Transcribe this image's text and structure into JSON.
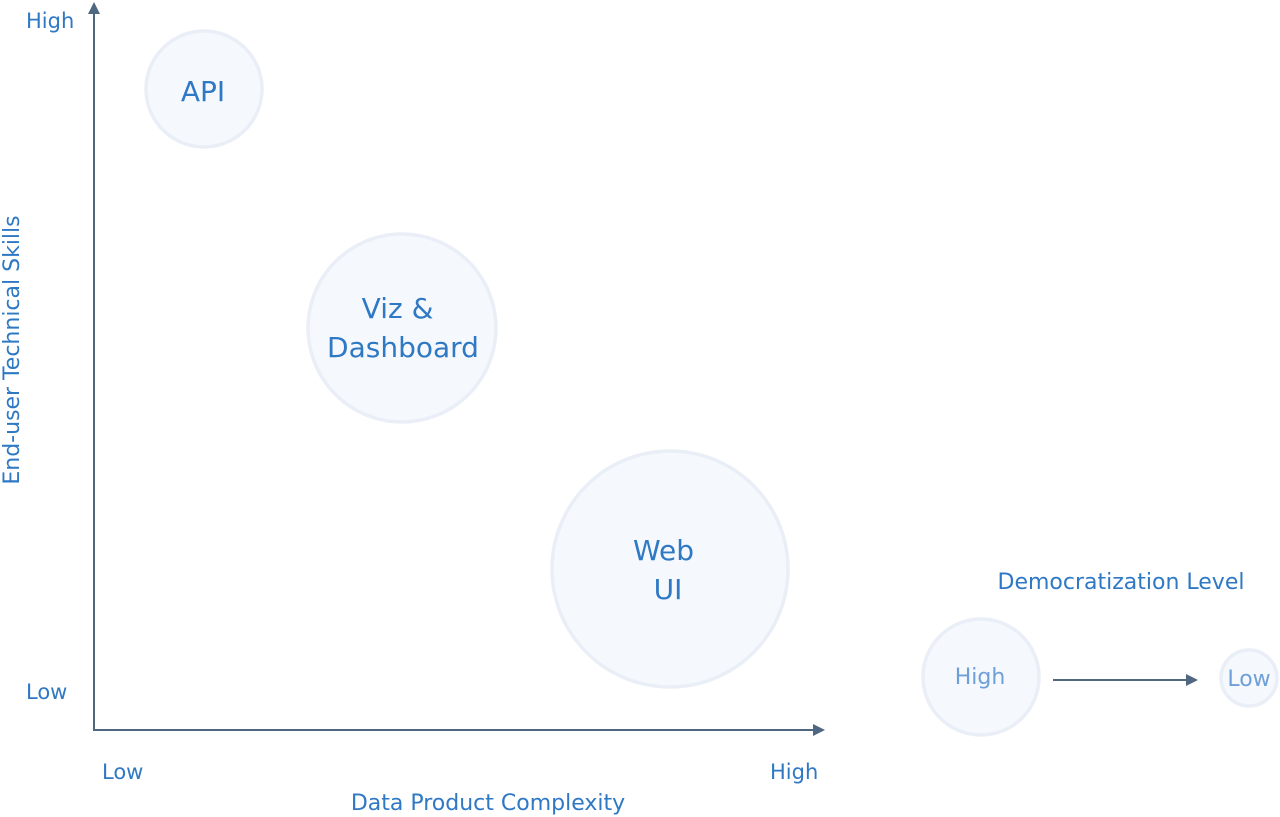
{
  "diagram": {
    "y_axis": {
      "title": "End-user Technical Skills",
      "high_label": "High",
      "low_label": "Low"
    },
    "x_axis": {
      "title": "Data Product Complexity",
      "low_label": "Low",
      "high_label": "High"
    },
    "bubbles": [
      {
        "id": "api",
        "lines": [
          "API"
        ]
      },
      {
        "id": "viz-dashboard",
        "lines": [
          "Viz &",
          "Dashboard"
        ]
      },
      {
        "id": "web-ui",
        "lines": [
          "Web",
          "UI"
        ]
      }
    ],
    "legend": {
      "title": "Democratization Level",
      "high_label": "High",
      "low_label": "Low"
    }
  },
  "colors": {
    "text": "#2f78c4",
    "legend_text": "#6f9fd8",
    "axis": "#4f6780",
    "bubble_fill": "#f5f8fd",
    "bubble_stroke": "#e9eef7"
  }
}
